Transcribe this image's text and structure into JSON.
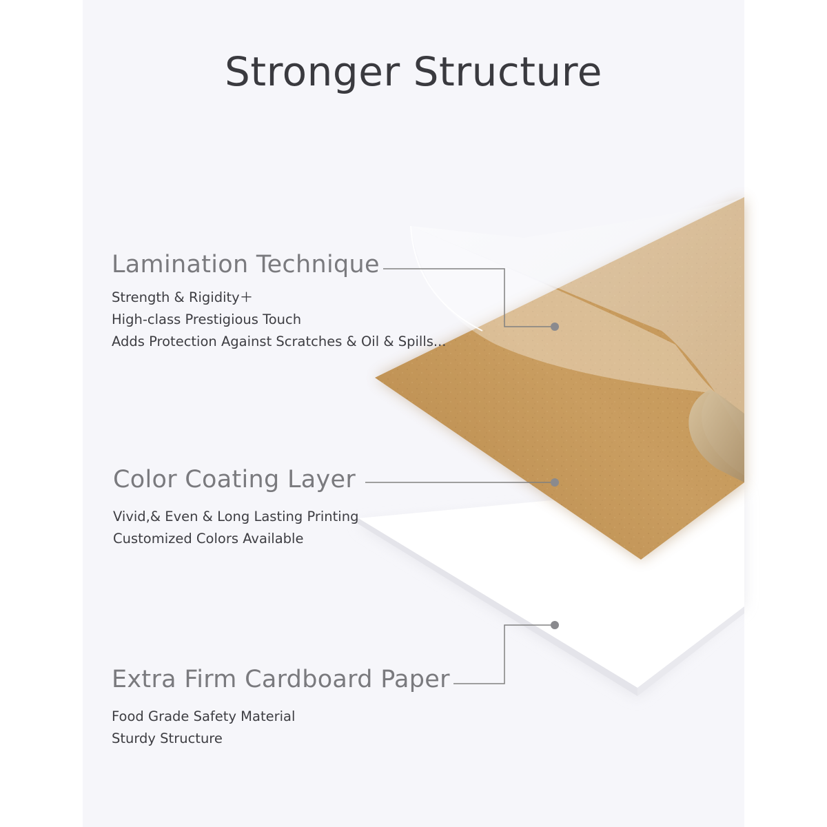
{
  "page": {
    "title": "Stronger Structure"
  },
  "layers": [
    {
      "heading": "Lamination Technique",
      "lines": [
        "Strength & Rigidity＋",
        "High-class Prestigious Touch",
        "Adds Protection Against Scratches & Oil & Spills..."
      ]
    },
    {
      "heading": "Color Coating Layer",
      "lines": [
        "Vivid,& Even & Long Lasting Printing",
        "Customized Colors Available"
      ]
    },
    {
      "heading": "Extra Firm Cardboard Paper",
      "lines": [
        "Food Grade Safety Material",
        "Sturdy Structure"
      ]
    }
  ],
  "colors": {
    "panel_background": "#f6f6fa",
    "kraft": "#c69a5c",
    "kraft_dark": "#b8884a",
    "board": "#ffffff",
    "leader_line": "#808080",
    "heading_text": "#7a7a7e",
    "body_text": "#3d3d42"
  }
}
